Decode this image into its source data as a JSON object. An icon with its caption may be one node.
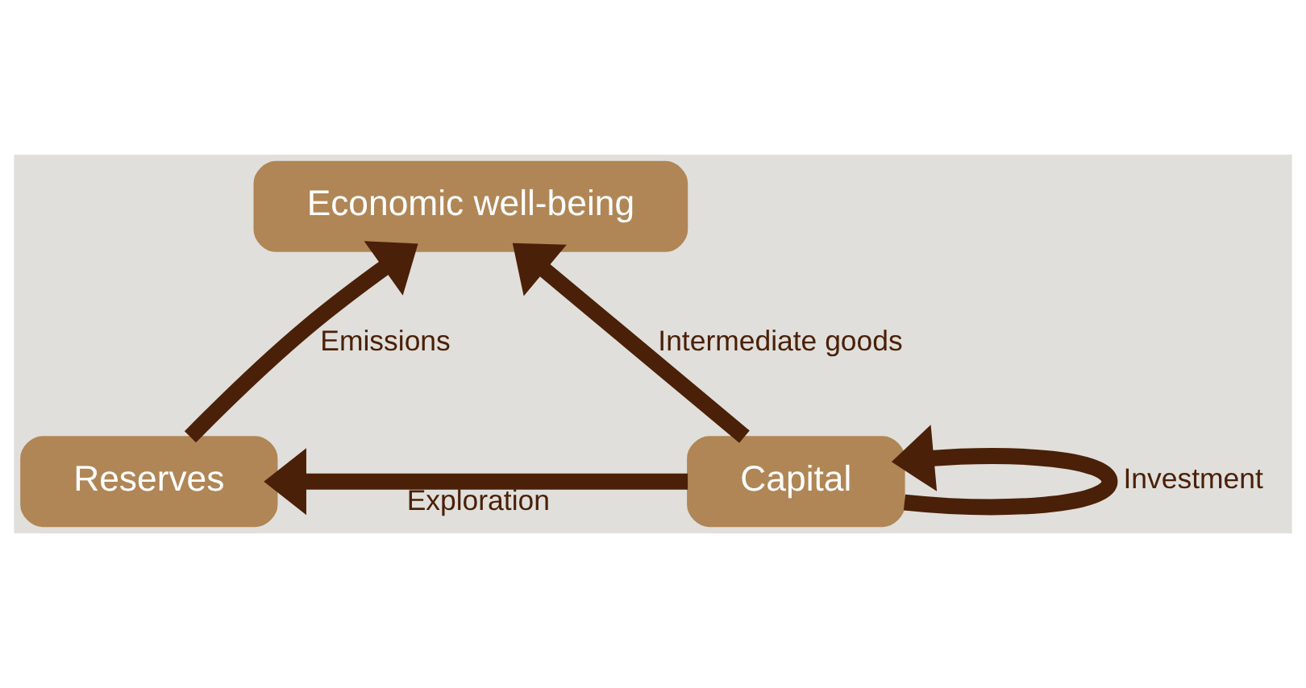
{
  "diagram": {
    "nodes": [
      {
        "text": [
          "Economic well-being"
        ]
      },
      {
        "text": [
          "Reserves"
        ]
      },
      {
        "text": [
          "Capital"
        ]
      }
    ],
    "edges": [
      {
        "from": 1,
        "to": 0,
        "arrow": "to",
        "label": "Emissions"
      },
      {
        "from": 2,
        "to": 0,
        "arrow": "to",
        "label": "Intermediate goods"
      },
      {
        "from": 2,
        "to": 1,
        "arrow": "to",
        "label": "Exploration"
      },
      {
        "from": 2,
        "to": 2,
        "arrow": "to",
        "label": "Investment"
      }
    ]
  }
}
